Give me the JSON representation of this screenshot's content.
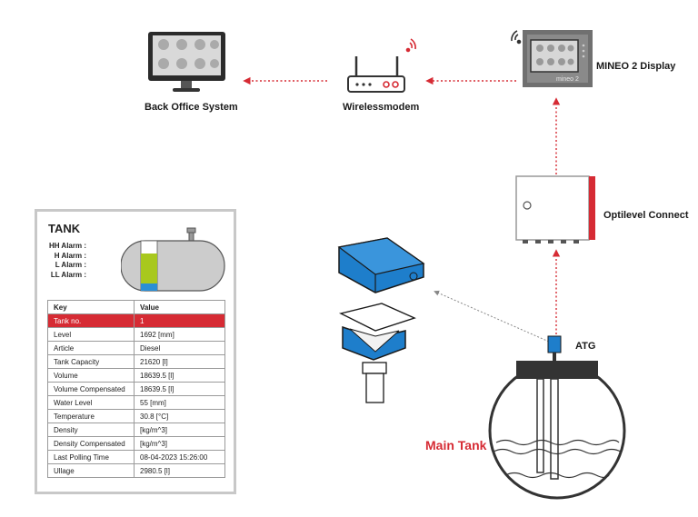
{
  "labels": {
    "back_office": "Back Office System",
    "wireless": "Wirelessmodem",
    "mineo": "MINEO 2 Display",
    "mineo_brand": "mineo 2",
    "optilevel": "Optilevel Connect",
    "atg": "ATG",
    "main_tank": "Main Tank"
  },
  "tank_card": {
    "title": "TANK",
    "alarms": [
      "HH Alarm :",
      "H Alarm :",
      "L Alarm :",
      "LL Alarm :"
    ],
    "table_header": {
      "key": "Key",
      "value": "Value"
    },
    "rows": [
      {
        "key": "Tank no.",
        "value": "1"
      },
      {
        "key": "Level",
        "value": "1692 [mm]"
      },
      {
        "key": "Article",
        "value": "Diesel"
      },
      {
        "key": "Tank Capacity",
        "value": "21620 [l]"
      },
      {
        "key": "Volume",
        "value": "18639.5 [l]"
      },
      {
        "key": "Volume Compensated",
        "value": "18639.5 [l]"
      },
      {
        "key": "Water Level",
        "value": "55 [mm]"
      },
      {
        "key": "Temperature",
        "value": "30.8 [°C]"
      },
      {
        "key": "Density",
        "value": "[kg/m^3]"
      },
      {
        "key": "Density Compensated",
        "value": "[kg/m^3]"
      },
      {
        "key": "Last Polling Time",
        "value": "08-04-2023  15:26:00"
      },
      {
        "key": "Ullage",
        "value": "2980.5 [l]"
      }
    ]
  },
  "colors": {
    "accent_red": "#d62b34",
    "device_blue": "#1e7ecb",
    "fuel_green": "#a8c81e",
    "water_blue": "#2a8fd6",
    "frame_gray": "#c8c8c8"
  }
}
